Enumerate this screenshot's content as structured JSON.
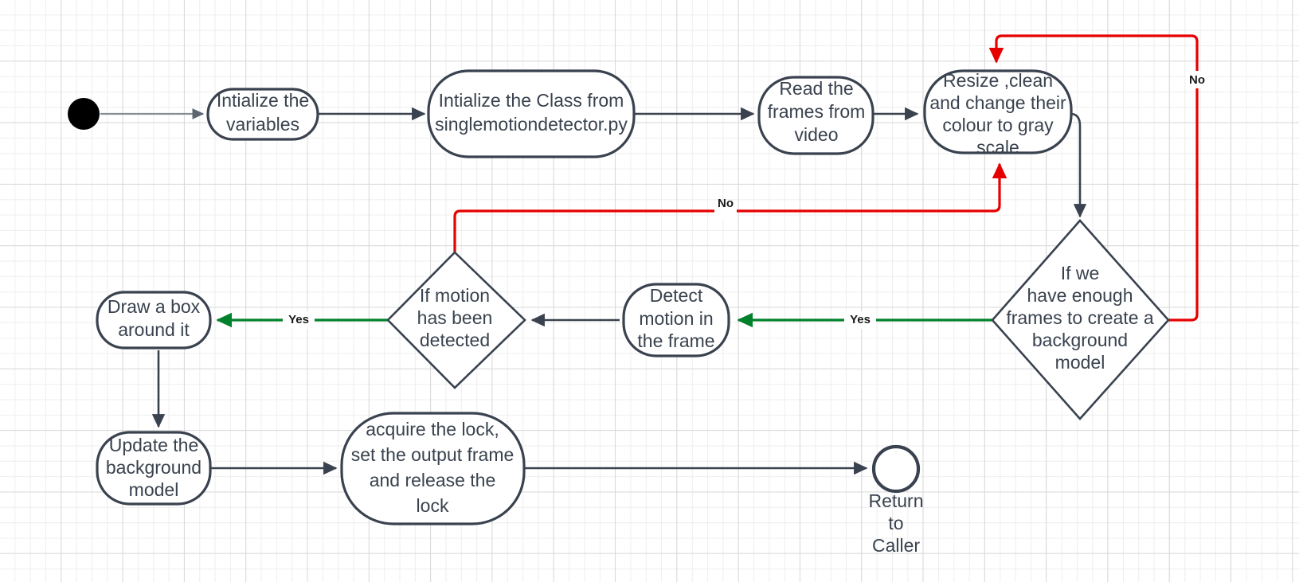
{
  "diagram": {
    "title": "Motion detection flowchart",
    "colors": {
      "node_stroke": "#39424e",
      "node_fill": "#ffffff",
      "edge_default": "#39424e",
      "edge_yes": "#00802b",
      "edge_no": "#e60000",
      "start_node": "#000000",
      "grid_minor": "#eeeeee",
      "grid_major": "#d9d9d9"
    },
    "nodes": {
      "start": {
        "type": "start-circle",
        "label": ""
      },
      "init_variables": {
        "type": "rounded-rect",
        "lines": [
          "Intialize the",
          "variables"
        ]
      },
      "init_class": {
        "type": "rounded-rect",
        "lines": [
          "Intialize the Class from",
          "singlemotiondetector.py"
        ]
      },
      "read_frames": {
        "type": "rounded-rect",
        "lines": [
          "Read the",
          "frames from",
          "video"
        ]
      },
      "resize_clean": {
        "type": "rounded-rect",
        "lines": [
          "Resize ,clean",
          "and change their",
          "colour to gray",
          "scale"
        ]
      },
      "enough_frames": {
        "type": "diamond",
        "lines": [
          "If we",
          "have enough",
          "frames to create a",
          "background",
          "model"
        ]
      },
      "detect_motion": {
        "type": "rounded-rect",
        "lines": [
          "Detect",
          "motion in",
          "the frame"
        ]
      },
      "motion_detected": {
        "type": "diamond",
        "lines": [
          "If motion",
          "has been",
          "detected"
        ]
      },
      "draw_box": {
        "type": "rounded-rect",
        "lines": [
          "Draw a box",
          "around it"
        ]
      },
      "update_background": {
        "type": "rounded-rect",
        "lines": [
          "Update the",
          "background",
          "model"
        ]
      },
      "acquire_lock": {
        "type": "rounded-rect",
        "lines": [
          "acquire the lock,",
          "set the output frame",
          "and release the",
          "lock"
        ]
      },
      "end": {
        "type": "end-circle",
        "caption_lines": [
          "Return",
          "to",
          "Caller"
        ]
      }
    },
    "edge_labels": {
      "no_right": "No",
      "no_top": "No",
      "yes_enough_frames": "Yes",
      "yes_motion_detected": "Yes"
    }
  }
}
